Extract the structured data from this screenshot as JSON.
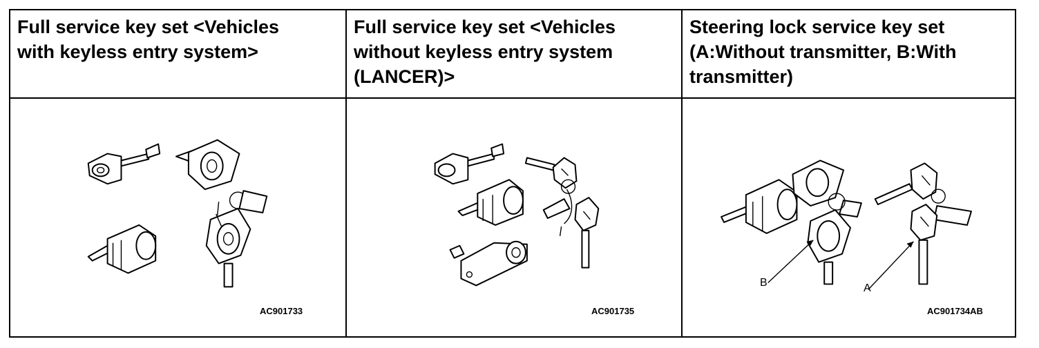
{
  "columns": [
    {
      "header_lines": [
        "Full service key set <Vehicles",
        "with keyless entry system>"
      ],
      "figure_code": "AC901733"
    },
    {
      "header_lines": [
        "Full service key set <Vehicles",
        "without keyless entry system",
        "(LANCER)>"
      ],
      "figure_code": "AC901735"
    },
    {
      "header_lines": [
        "Steering lock service key set",
        "(A:Without transmitter, B:With",
        "transmitter)"
      ],
      "figure_code": "AC901734AB",
      "callouts": {
        "a": "A",
        "b": "B"
      }
    }
  ]
}
